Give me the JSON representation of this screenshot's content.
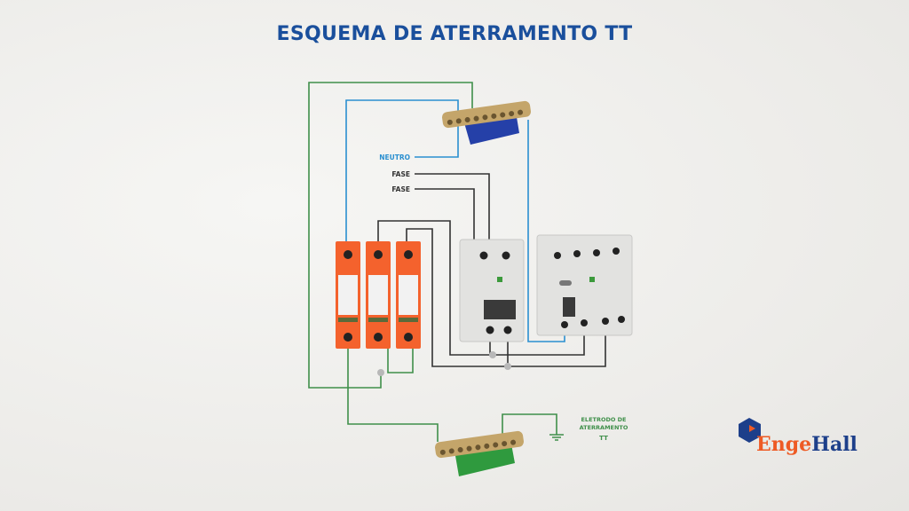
{
  "title": "ESQUEMA DE ATERRAMENTO TT",
  "labels": {
    "neutro": "NEUTRO",
    "fase1": "FASE",
    "fase2": "FASE",
    "eletrodo_line1": "ELETRODO DE",
    "eletrodo_line2": "ATERRAMENTO",
    "eletrodo_line3": "TT"
  },
  "logo": {
    "part1": "Enge",
    "part2": "Hall"
  },
  "colors": {
    "title": "#1a4f9c",
    "neutral_wire": "#2a8fd0",
    "ground_wire": "#3f8f4a",
    "phase_wire": "#333333",
    "spd": "#f4622d",
    "neutral_bar_base": "#2540a8",
    "ground_bar_base": "#2f9a3e",
    "brass": "#c4a56a",
    "logo_orange": "#ee5a24",
    "logo_blue": "#1d3f8a"
  }
}
